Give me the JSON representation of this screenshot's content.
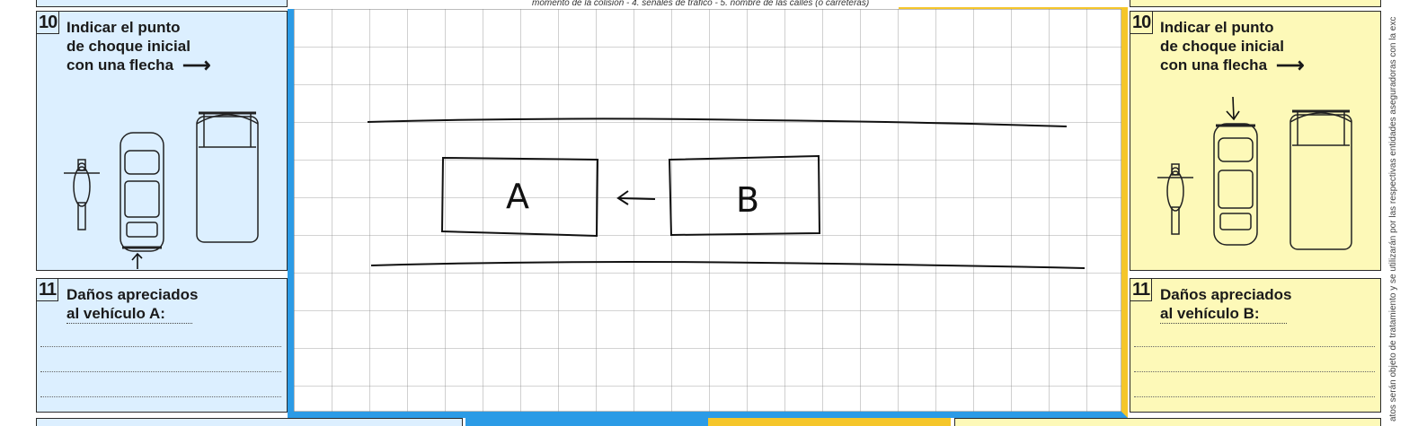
{
  "top_caption": "momento de la colisión - 4. señales de tráfico - 5. nombre de las calles (o carreteras)",
  "side_text": "atos serán objeto de tratamiento y se utilizarán por las respectivas entidades aseguradoras con la exc",
  "vehicle_a": {
    "impact_section": {
      "number": "10",
      "lines": [
        "Indicar el punto",
        "de choque inicial",
        "con una flecha"
      ],
      "arrow": "⟶"
    },
    "damage_section": {
      "number": "11",
      "lines": [
        "Daños apreciados",
        "al vehículo A:"
      ]
    }
  },
  "vehicle_b": {
    "impact_section": {
      "number": "10",
      "lines": [
        "Indicar el punto",
        "de choque inicial",
        "con una flecha"
      ],
      "arrow": "⟶"
    },
    "damage_section": {
      "number": "11",
      "lines": [
        "Daños apreciados",
        "al vehículo B:"
      ]
    }
  },
  "sketch": {
    "car_a_label": "A",
    "car_b_label": "B"
  },
  "colors": {
    "blue_panel": "#dcefff",
    "blue_border": "#2b9be6",
    "yellow_panel": "#fdf9b8",
    "yellow_border": "#f5c62a"
  }
}
